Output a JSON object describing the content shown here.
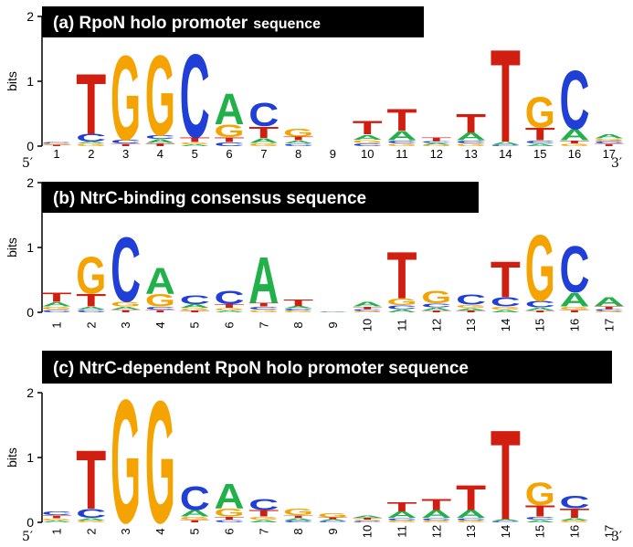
{
  "colors": {
    "A": "#22b04b",
    "C": "#1f3fd6",
    "G": "#f5a300",
    "T": "#d01f10",
    "title_bg": "#000000",
    "title_fg": "#ffffff"
  },
  "chart_data": [
    {
      "type": "sequence-logo",
      "title_main": "(a) RpoN holo promoter",
      "title_sub": "sequence",
      "ylabel": "bits",
      "yticks": [
        "0",
        "1",
        "2"
      ],
      "ylim": [
        0,
        2
      ],
      "five_prime": "5′",
      "three_prime": "3′",
      "positions": [
        "1",
        "2",
        "3",
        "4",
        "5",
        "6",
        "7",
        "8",
        "9",
        "10",
        "11",
        "12",
        "13",
        "14",
        "15",
        "16",
        "17"
      ],
      "stacks": [
        [
          [
            "T",
            0.02
          ],
          [
            "G",
            0.02
          ],
          [
            "C",
            0.02
          ]
        ],
        [
          [
            "G",
            0.04
          ],
          [
            "A",
            0.03
          ],
          [
            "C",
            0.12
          ],
          [
            "T",
            0.98
          ]
        ],
        [
          [
            "T",
            0.04
          ],
          [
            "C",
            0.06
          ],
          [
            "G",
            1.37
          ]
        ],
        [
          [
            "T",
            0.05
          ],
          [
            "A",
            0.06
          ],
          [
            "C",
            0.06
          ],
          [
            "G",
            1.3
          ]
        ],
        [
          [
            "A",
            0.03
          ],
          [
            "G",
            0.03
          ],
          [
            "T",
            0.08
          ],
          [
            "C",
            1.35
          ]
        ],
        [
          [
            "C",
            0.06
          ],
          [
            "T",
            0.08
          ],
          [
            "G",
            0.2
          ],
          [
            "A",
            0.5
          ]
        ],
        [
          [
            "G",
            0.05
          ],
          [
            "A",
            0.08
          ],
          [
            "T",
            0.18
          ],
          [
            "C",
            0.37
          ]
        ],
        [
          [
            "C",
            0.04
          ],
          [
            "A",
            0.05
          ],
          [
            "T",
            0.06
          ],
          [
            "G",
            0.12
          ]
        ],
        [],
        [
          [
            "C",
            0.05
          ],
          [
            "G",
            0.05
          ],
          [
            "A",
            0.08
          ],
          [
            "T",
            0.22
          ]
        ],
        [
          [
            "G",
            0.04
          ],
          [
            "C",
            0.05
          ],
          [
            "A",
            0.15
          ],
          [
            "T",
            0.35
          ]
        ],
        [
          [
            "G",
            0.02
          ],
          [
            "A",
            0.03
          ],
          [
            "C",
            0.03
          ],
          [
            "T",
            0.06
          ]
        ],
        [
          [
            "G",
            0.04
          ],
          [
            "C",
            0.05
          ],
          [
            "A",
            0.12
          ],
          [
            "T",
            0.3
          ]
        ],
        [
          [
            "C",
            0.02
          ],
          [
            "A",
            0.05
          ],
          [
            "T",
            1.5
          ]
        ],
        [
          [
            "A",
            0.04
          ],
          [
            "C",
            0.05
          ],
          [
            "T",
            0.2
          ],
          [
            "G",
            0.5
          ]
        ],
        [
          [
            "G",
            0.04
          ],
          [
            "T",
            0.05
          ],
          [
            "A",
            0.18
          ],
          [
            "C",
            0.95
          ]
        ],
        [
          [
            "T",
            0.04
          ],
          [
            "C",
            0.04
          ],
          [
            "G",
            0.04
          ],
          [
            "A",
            0.07
          ]
        ]
      ]
    },
    {
      "type": "sequence-logo",
      "title_main": "(b) NtrC-binding consensus sequence",
      "title_sub": "",
      "ylabel": "bits",
      "yticks": [
        "0",
        "1",
        "2"
      ],
      "ylim": [
        0,
        2
      ],
      "five_prime": "",
      "three_prime": "",
      "positions": [
        "1",
        "2",
        "3",
        "4",
        "5",
        "6",
        "7",
        "8",
        "9",
        "10",
        "11",
        "12",
        "13",
        "14",
        "15",
        "16",
        "17"
      ],
      "stacks": [
        [
          [
            "C",
            0.04
          ],
          [
            "G",
            0.05
          ],
          [
            "A",
            0.07
          ],
          [
            "T",
            0.15
          ]
        ],
        [
          [
            "C",
            0.04
          ],
          [
            "A",
            0.05
          ],
          [
            "T",
            0.2
          ],
          [
            "G",
            0.6
          ]
        ],
        [
          [
            "T",
            0.04
          ],
          [
            "A",
            0.05
          ],
          [
            "G",
            0.08
          ],
          [
            "C",
            1.05
          ]
        ],
        [
          [
            "T",
            0.04
          ],
          [
            "C",
            0.05
          ],
          [
            "G",
            0.2
          ],
          [
            "A",
            0.42
          ]
        ],
        [
          [
            "T",
            0.03
          ],
          [
            "G",
            0.04
          ],
          [
            "A",
            0.06
          ],
          [
            "C",
            0.14
          ]
        ],
        [
          [
            "A",
            0.03
          ],
          [
            "G",
            0.04
          ],
          [
            "T",
            0.06
          ],
          [
            "C",
            0.22
          ]
        ],
        [
          [
            "G",
            0.04
          ],
          [
            "C",
            0.05
          ],
          [
            "T",
            0.06
          ],
          [
            "A",
            0.75
          ]
        ],
        [
          [
            "G",
            0.03
          ],
          [
            "C",
            0.03
          ],
          [
            "A",
            0.04
          ],
          [
            "T",
            0.1
          ]
        ],
        [
          [
            "A",
            0.01
          ],
          [
            "C",
            0.01
          ]
        ],
        [
          [
            "G",
            0.02
          ],
          [
            "C",
            0.03
          ],
          [
            "T",
            0.04
          ],
          [
            "A",
            0.08
          ]
        ],
        [
          [
            "A",
            0.05
          ],
          [
            "C",
            0.06
          ],
          [
            "G",
            0.1
          ],
          [
            "T",
            0.76
          ]
        ],
        [
          [
            "T",
            0.03
          ],
          [
            "A",
            0.05
          ],
          [
            "C",
            0.06
          ],
          [
            "G",
            0.2
          ]
        ],
        [
          [
            "T",
            0.03
          ],
          [
            "A",
            0.04
          ],
          [
            "G",
            0.05
          ],
          [
            "C",
            0.16
          ]
        ],
        [
          [
            "A",
            0.04
          ],
          [
            "G",
            0.05
          ],
          [
            "C",
            0.15
          ],
          [
            "T",
            0.58
          ]
        ],
        [
          [
            "T",
            0.03
          ],
          [
            "A",
            0.05
          ],
          [
            "C",
            0.1
          ],
          [
            "G",
            1.07
          ]
        ],
        [
          [
            "T",
            0.04
          ],
          [
            "G",
            0.05
          ],
          [
            "A",
            0.22
          ],
          [
            "C",
            0.75
          ]
        ],
        [
          [
            "G",
            0.02
          ],
          [
            "C",
            0.03
          ],
          [
            "T",
            0.05
          ],
          [
            "A",
            0.14
          ]
        ]
      ]
    },
    {
      "type": "sequence-logo",
      "title_main": "(c) NtrC-dependent RpoN holo promoter sequence",
      "title_sub": "",
      "ylabel": "bits",
      "yticks": [
        "0",
        "1",
        "2"
      ],
      "ylim": [
        0,
        2
      ],
      "five_prime": "5′",
      "three_prime": "3′",
      "positions": [
        "1",
        "2",
        "3",
        "4",
        "5",
        "6",
        "7",
        "8",
        "9",
        "10",
        "11",
        "12",
        "13",
        "14",
        "15",
        "16",
        "17"
      ],
      "stacks": [
        [
          [
            "A",
            0.03
          ],
          [
            "G",
            0.03
          ],
          [
            "T",
            0.05
          ],
          [
            "C",
            0.06
          ]
        ],
        [
          [
            "G",
            0.03
          ],
          [
            "A",
            0.04
          ],
          [
            "C",
            0.14
          ],
          [
            "T",
            0.95
          ]
        ],
        [
          [
            "G",
            2.0
          ]
        ],
        [
          [
            "G",
            1.98
          ]
        ],
        [
          [
            "T",
            0.04
          ],
          [
            "G",
            0.05
          ],
          [
            "A",
            0.1
          ],
          [
            "C",
            0.38
          ]
        ],
        [
          [
            "C",
            0.04
          ],
          [
            "T",
            0.05
          ],
          [
            "G",
            0.12
          ],
          [
            "A",
            0.4
          ]
        ],
        [
          [
            "A",
            0.04
          ],
          [
            "G",
            0.05
          ],
          [
            "T",
            0.1
          ],
          [
            "C",
            0.18
          ]
        ],
        [
          [
            "C",
            0.03
          ],
          [
            "A",
            0.04
          ],
          [
            "T",
            0.04
          ],
          [
            "G",
            0.1
          ]
        ],
        [
          [
            "C",
            0.02
          ],
          [
            "A",
            0.03
          ],
          [
            "T",
            0.03
          ],
          [
            "G",
            0.07
          ]
        ],
        [
          [
            "C",
            0.02
          ],
          [
            "G",
            0.02
          ],
          [
            "T",
            0.03
          ],
          [
            "A",
            0.04
          ]
        ],
        [
          [
            "G",
            0.03
          ],
          [
            "C",
            0.04
          ],
          [
            "A",
            0.1
          ],
          [
            "T",
            0.15
          ]
        ],
        [
          [
            "G",
            0.03
          ],
          [
            "C",
            0.04
          ],
          [
            "A",
            0.12
          ],
          [
            "T",
            0.18
          ]
        ],
        [
          [
            "G",
            0.03
          ],
          [
            "C",
            0.04
          ],
          [
            "A",
            0.12
          ],
          [
            "T",
            0.4
          ]
        ],
        [
          [
            "C",
            0.02
          ],
          [
            "A",
            0.03
          ],
          [
            "T",
            1.45
          ]
        ],
        [
          [
            "A",
            0.04
          ],
          [
            "C",
            0.05
          ],
          [
            "T",
            0.18
          ],
          [
            "G",
            0.36
          ]
        ],
        [
          [
            "G",
            0.03
          ],
          [
            "A",
            0.04
          ],
          [
            "T",
            0.15
          ],
          [
            "C",
            0.2
          ]
        ],
        []
      ]
    }
  ]
}
